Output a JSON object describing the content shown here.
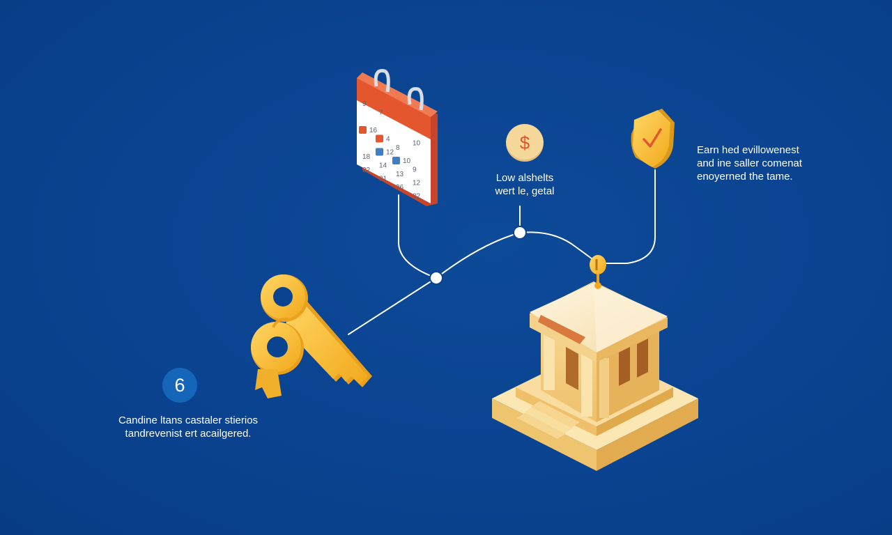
{
  "labels": {
    "right": [
      "Earn hed evillowenest",
      "and ine saller comenat",
      "enoyerned the tame."
    ],
    "middle": [
      "Low alshelts",
      "wert le, getal"
    ],
    "left": [
      "Candine ltans castaler stierios",
      "tandrevenist ert acailgered."
    ]
  },
  "badges": {
    "step_number": "6",
    "dollar_symbol": "$"
  },
  "calendar": {
    "grid": [
      "9",
      "7",
      "",
      "",
      "",
      "",
      "",
      "10",
      "16",
      "4",
      "8",
      "",
      "",
      "12",
      "10",
      "9",
      "18",
      "14",
      "13",
      "12",
      "22",
      "21",
      "26",
      "22"
    ]
  },
  "colors": {
    "background": "#0a4390",
    "gold": "#f5c04a",
    "calendar_accent": "#e4572e",
    "calendar_blue": "#3f7fc4",
    "connector": "#ffffff"
  },
  "icons": [
    "calendar-icon",
    "dollar-coin-icon",
    "shield-check-icon",
    "keys-icon",
    "bank-building-icon"
  ]
}
